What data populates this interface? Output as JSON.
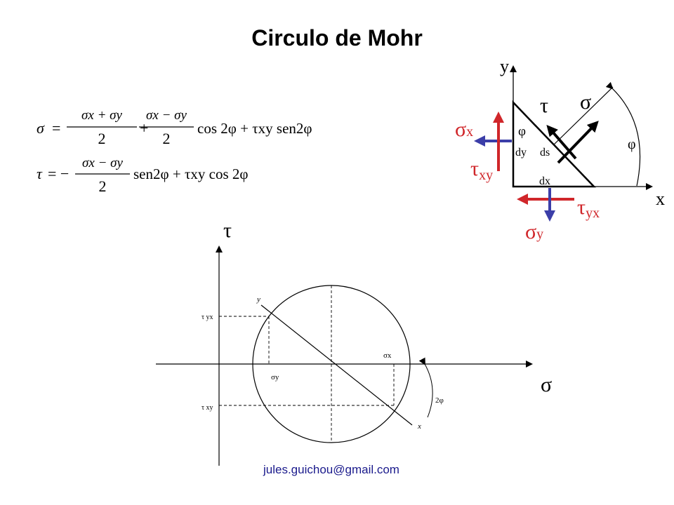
{
  "title": "Circulo de Mohr",
  "email": "jules.guichou@gmail.com",
  "colors": {
    "red": "#d0262a",
    "blue": "#3b3ea8",
    "black": "#000000"
  },
  "equations": {
    "sigma": {
      "lhs": "σ",
      "f1_num": "σx + σy",
      "f1_den": "2",
      "f2_num": "σx − σy",
      "f2_den": "2",
      "tail": "cos 2φ + τxy sen2φ"
    },
    "tau": {
      "lhs": "τ",
      "f1_num": "σx − σy",
      "f1_den": "2",
      "tail": "sen2φ + τxy cos 2φ"
    }
  },
  "element": {
    "y_axis": "y",
    "x_axis": "x",
    "tau": "τ",
    "sigma": "σ",
    "phi_corner": "φ",
    "phi_arc": "φ",
    "dy": "dy",
    "ds": "ds",
    "dx": "dx",
    "sigma_x": {
      "main": "σ",
      "sub": "x"
    },
    "tau_xy": {
      "main": "τ",
      "sub": "xy"
    },
    "tau_yx": {
      "main": "τ",
      "sub": "yx"
    },
    "sigma_y": {
      "main": "σ",
      "sub": "y"
    }
  },
  "mohr": {
    "tau_axis": "τ",
    "sigma_axis": "σ",
    "tau_yx": "τ yx",
    "tau_xy": "τ xy",
    "sigma_x": "σx",
    "sigma_y": "σy",
    "point_y": "y",
    "point_x": "x",
    "two_phi": "2φ"
  }
}
